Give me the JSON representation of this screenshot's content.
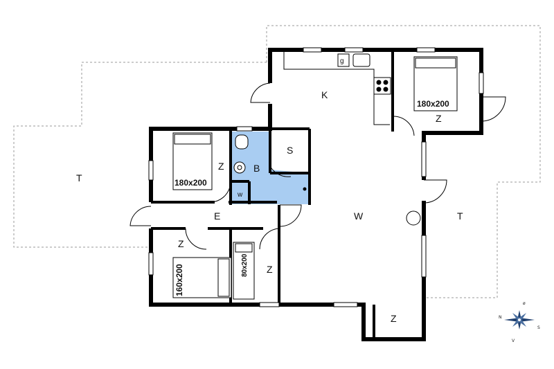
{
  "rooms": {
    "terrace_left": "T",
    "terrace_right": "T",
    "kitchen": "K",
    "bed_top_right": "Z",
    "bed_top_left": "Z",
    "bathroom": "B",
    "storage": "S",
    "washer": "w",
    "entry": "E",
    "living": "W",
    "bed_bottom_left": "Z",
    "bed_small": "Z",
    "room_bottom": "Z",
    "stove_label": "g"
  },
  "beds": {
    "top_right": "180x200",
    "top_left": "180x200",
    "bottom_left": "160x200",
    "small": "80x200"
  },
  "compass": {
    "n": "N",
    "s": "S",
    "e": "ø",
    "w": "V"
  },
  "colors": {
    "wall": "#000000",
    "bathroom": "#a9cdf2",
    "terrace": "#9a9a9a"
  }
}
